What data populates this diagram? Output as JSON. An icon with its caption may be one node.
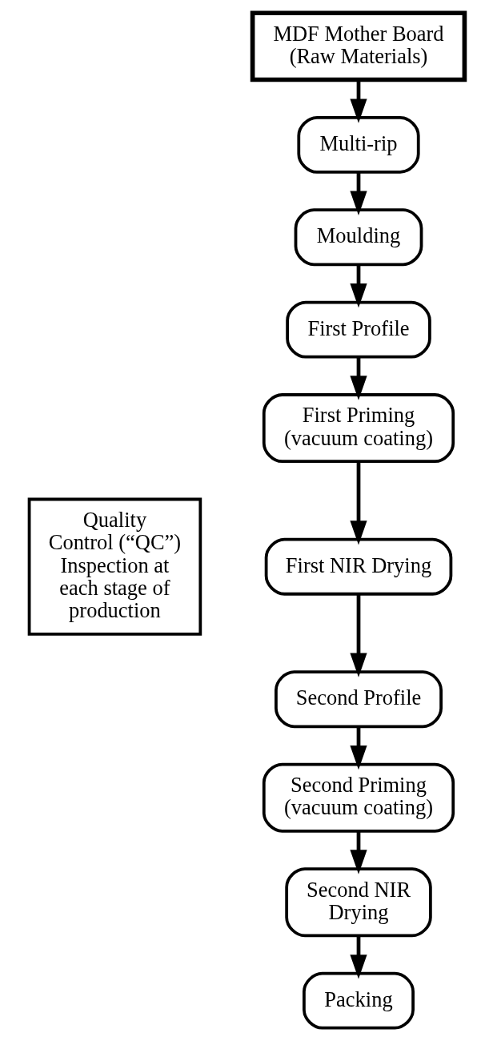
{
  "diagram": {
    "nodes": [
      {
        "text": [
          "MDF Mother Board (Raw Materials)"
        ]
      },
      {
        "text": [
          "Multi-rip"
        ]
      },
      {
        "text": [
          "Moulding"
        ]
      },
      {
        "text": [
          "First Profile"
        ]
      },
      {
        "text": [
          "First Priming (vacuum coating)"
        ]
      },
      {
        "text": [
          "First NIR Drying"
        ]
      },
      {
        "text": [
          "Second Profile"
        ]
      },
      {
        "text": [
          "Second Priming (vacuum coating)"
        ]
      },
      {
        "text": [
          "Second NIR Drying"
        ]
      },
      {
        "text": [
          "Packing"
        ]
      },
      {
        "text": [
          "Quality Control (“QC”) Inspection at each stage of production"
        ]
      }
    ],
    "edges": [
      {
        "from": 0,
        "to": 1,
        "arrow": "to"
      },
      {
        "from": 1,
        "to": 2,
        "arrow": "to"
      },
      {
        "from": 2,
        "to": 3,
        "arrow": "to"
      },
      {
        "from": 3,
        "to": 4,
        "arrow": "to"
      },
      {
        "from": 4,
        "to": 5,
        "arrow": "to"
      },
      {
        "from": 5,
        "to": 6,
        "arrow": "to"
      },
      {
        "from": 6,
        "to": 7,
        "arrow": "to"
      },
      {
        "from": 7,
        "to": 8,
        "arrow": "to"
      },
      {
        "from": 8,
        "to": 9,
        "arrow": "to"
      }
    ]
  }
}
